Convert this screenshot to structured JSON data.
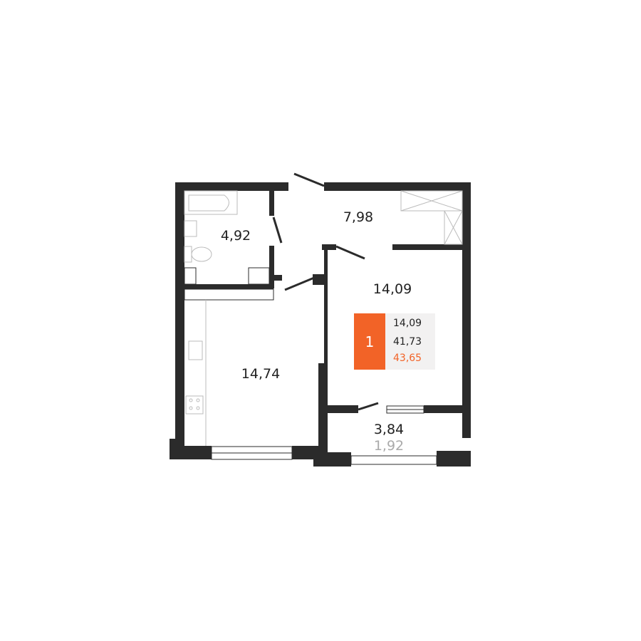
{
  "colors": {
    "wall": "#2b2b2b",
    "accent": "#f26327",
    "info_bg": "#f2f1f1",
    "fixture": "#bbbbbb"
  },
  "rooms": [
    {
      "name": "bathroom",
      "area": "4,92"
    },
    {
      "name": "hallway",
      "area": "7,98"
    },
    {
      "name": "bedroom",
      "area": "14,09"
    },
    {
      "name": "kitchen",
      "area": "14,74"
    },
    {
      "name": "balcony",
      "area": "3,84",
      "reduced_area": "1,92"
    }
  ],
  "info": {
    "rooms_count": "1",
    "living_area": "14,09",
    "total_area": "41,73",
    "total_with_balcony": "43,65"
  }
}
